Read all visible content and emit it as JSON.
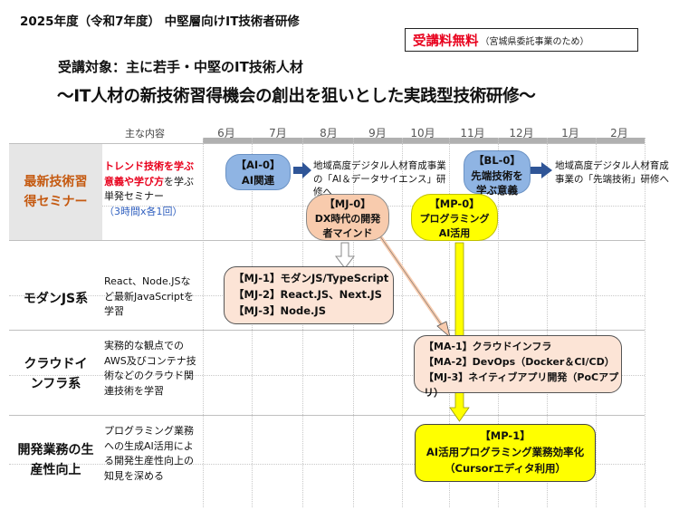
{
  "header": {
    "line1": "2025年度（令和7年度） 中堅層向けIT技術者研修",
    "free_main": "受講料無料",
    "free_note": "（宮城県委託事業のため）",
    "target": "受講対象：主に若手・中堅のIT技術人材",
    "subtitle": "～IT人材の新技術習得機会の創出を狙いとした実践型技術研修～"
  },
  "columns": {
    "content_header": "主な内容",
    "months": [
      "6月",
      "7月",
      "8月",
      "9月",
      "10月",
      "11月",
      "12月",
      "1月",
      "2月"
    ]
  },
  "rows": [
    {
      "label": "最新技術習得セミナー",
      "desc_red": "トレンド技術を学ぶ意義や学び方",
      "desc_black": "を学ぶ単発セミナー",
      "desc_blue": "（3時間x各1回）"
    },
    {
      "label": "モダンJS系",
      "desc": "React、Node.JSなど最新JavaScriptを学習"
    },
    {
      "label": "クラウドインフラ系",
      "desc": "実務的な観点でのAWS及びコンテナ技術などのクラウド関連技術を学習"
    },
    {
      "label": "開発業務の生産性向上",
      "desc": "プログラミング業務への生成AI活用による開発生産性向上の知見を深める"
    }
  ],
  "nodes": {
    "ai0": {
      "id": "【AI-0】",
      "text": "AI関連"
    },
    "bl0": {
      "id": "【BL-0】",
      "text": "先端技術を学ぶ意義"
    },
    "mj0": {
      "id": "【MJ-0】",
      "text": "DX時代の開発者マインド"
    },
    "mp0": {
      "id": "【MP-0】",
      "text": "プログラミングAI活用"
    },
    "mj_group": [
      "【MJ-1】モダンJS/TypeScript",
      "【MJ-2】React.JS、Next.JS",
      "【MJ-3】Node.JS"
    ],
    "ma_group": [
      "【MA-1】クラウドインフラ",
      "【MA-2】DevOps（Docker＆CI/CD）",
      "【MJ-3】ネイティブアプリ開発（PoCアプリ）"
    ],
    "mp1": {
      "id": "【MP-1】",
      "line1": "AI活用プログラミング業務効率化",
      "line2": "（Cursorエディタ利用）"
    }
  },
  "notes": {
    "ai_note": "地域高度デジタル人材育成事業の「AI＆データサイエンス」研修へ",
    "bl_note": "地域高度デジタル人材育成事業の「先端技術」研修へ"
  },
  "colors": {
    "accent_red": "#e8001c",
    "seminar_orange": "#c55a11",
    "blue_node": "#8fb4e3",
    "peach_node": "#f8cbad",
    "yellow_node": "#ffff00",
    "arrow_blue": "#2f5597"
  }
}
